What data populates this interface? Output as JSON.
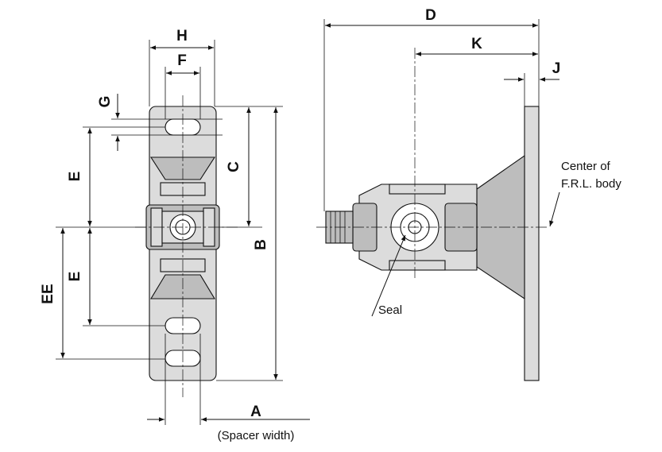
{
  "dimensions": {
    "A": "A",
    "B": "B",
    "C": "C",
    "D": "D",
    "E_upper": "E",
    "E_lower": "E",
    "EE": "EE",
    "F": "F",
    "G": "G",
    "H": "H",
    "J": "J",
    "K": "K"
  },
  "notes": {
    "spacer_width": "(Spacer width)",
    "seal": "Seal",
    "center_line1": "Center of",
    "center_line2": "F.R.L. body"
  }
}
